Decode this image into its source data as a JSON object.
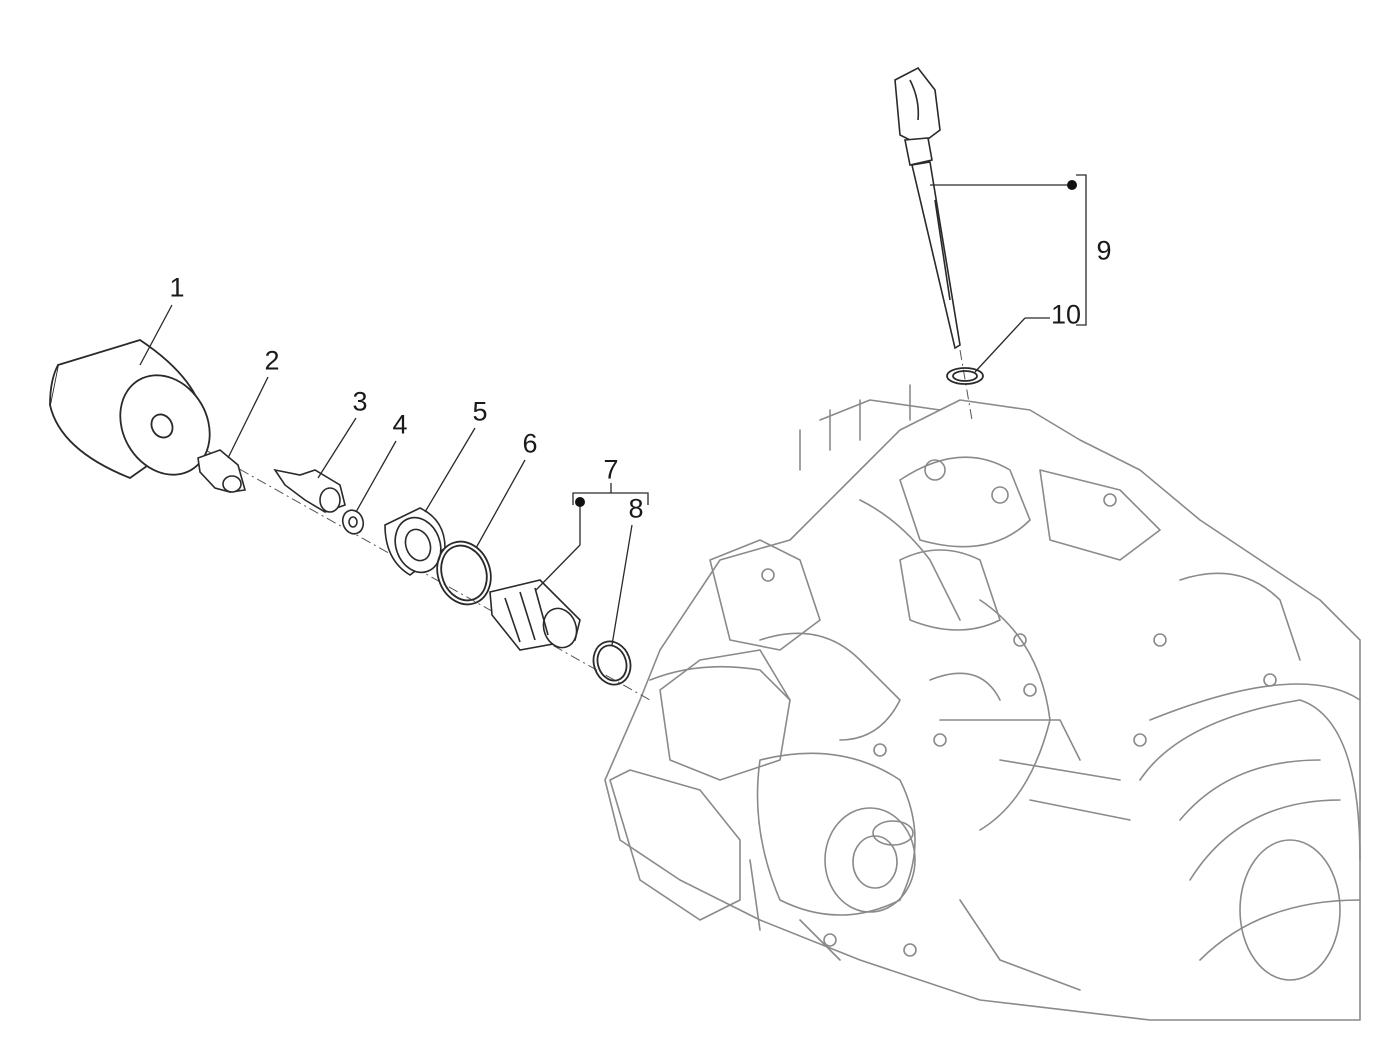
{
  "diagram": {
    "callouts": [
      {
        "id": "c1",
        "label": "1"
      },
      {
        "id": "c2",
        "label": "2"
      },
      {
        "id": "c3",
        "label": "3"
      },
      {
        "id": "c4",
        "label": "4"
      },
      {
        "id": "c5",
        "label": "5"
      },
      {
        "id": "c6",
        "label": "6"
      },
      {
        "id": "c7",
        "label": "7"
      },
      {
        "id": "c8",
        "label": "8"
      },
      {
        "id": "c9",
        "label": "9"
      },
      {
        "id": "c10",
        "label": "10"
      }
    ]
  },
  "colors": {
    "line": "#2a2a2a",
    "engine_line": "#8a8a8a",
    "background": "#ffffff"
  }
}
